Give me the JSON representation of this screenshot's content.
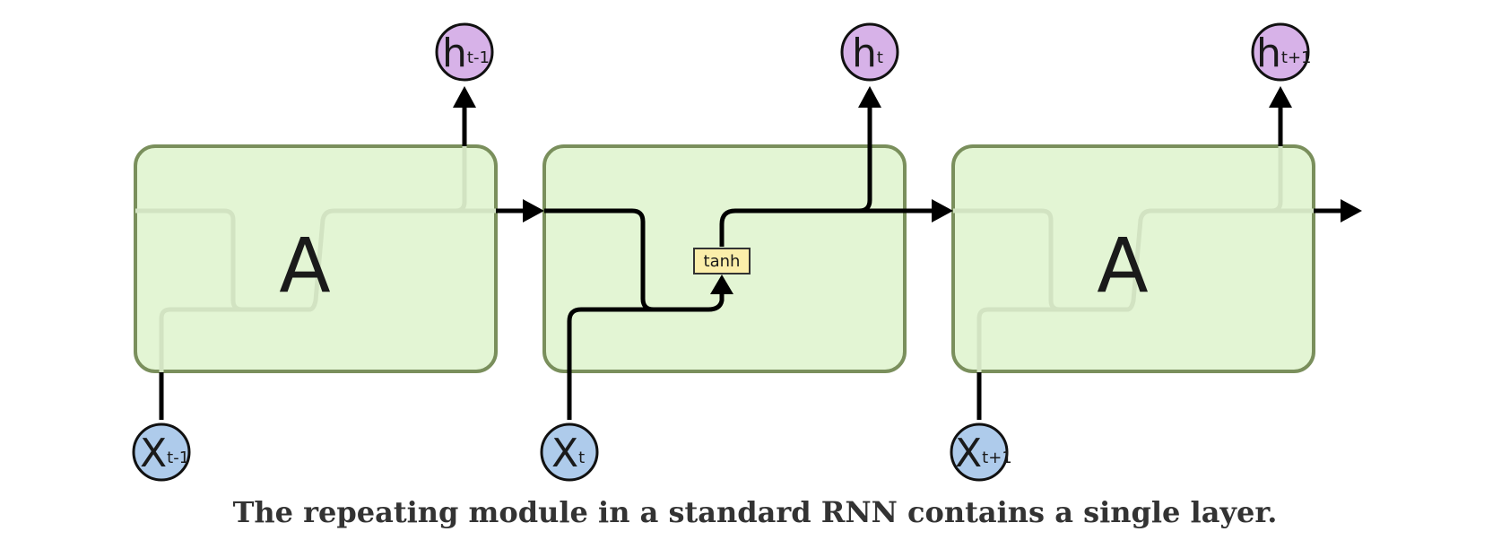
{
  "modules": {
    "left": {
      "label": "A"
    },
    "right": {
      "label": "A"
    }
  },
  "layer": {
    "label": "tanh"
  },
  "inputs": [
    {
      "main": "X",
      "sub": "t-1"
    },
    {
      "main": "X",
      "sub": "t"
    },
    {
      "main": "X",
      "sub": "t+1"
    }
  ],
  "outputs": [
    {
      "main": "h",
      "sub": "t-1"
    },
    {
      "main": "h",
      "sub": "t"
    },
    {
      "main": "h",
      "sub": "t+1"
    }
  ],
  "caption": "The repeating module in a standard RNN contains a single layer.",
  "colors": {
    "module_fill": "#e3f5d4",
    "module_stroke": "#7a8f5c",
    "input_node": "#aecbeb",
    "output_node": "#d7b2e8",
    "layer_fill": "#fbeeaa",
    "line": "#000000"
  }
}
